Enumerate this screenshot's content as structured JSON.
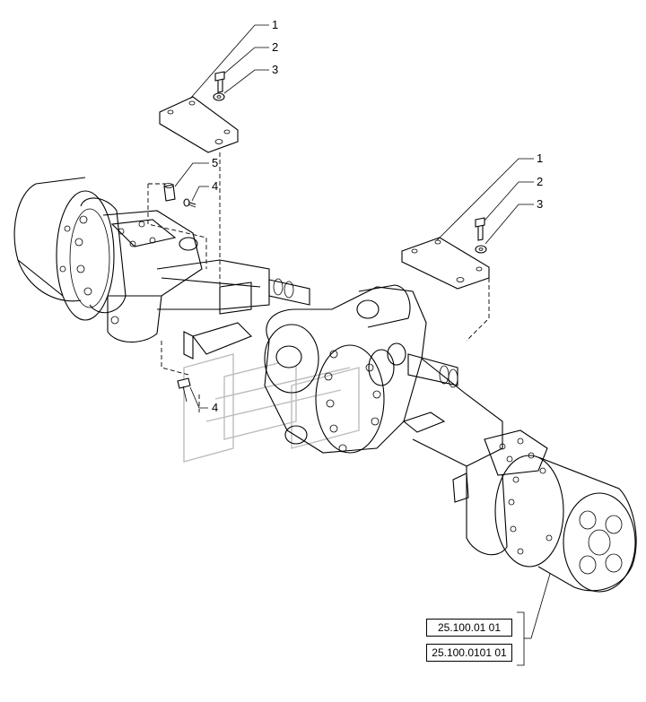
{
  "callouts": {
    "top_left": [
      "1",
      "2",
      "3"
    ],
    "left_small": [
      "5",
      "4"
    ],
    "left_bottom": "4",
    "right": [
      "1",
      "2",
      "3"
    ]
  },
  "references": [
    "25.100.01 01",
    "25.100.0101 01"
  ]
}
